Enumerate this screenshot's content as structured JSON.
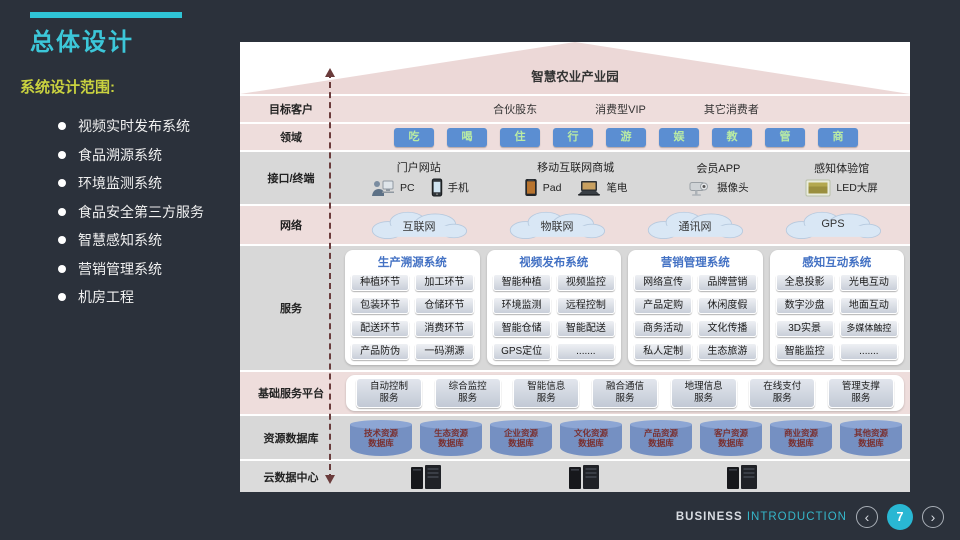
{
  "slide": {
    "title": "总体设计",
    "scope_heading": "系统设计范围:",
    "scope_items": [
      "视频实时发布系统",
      "食品溯源系统",
      "环境监测系统",
      "食品安全第三方服务",
      "智慧感知系统",
      "营销管理系统",
      "机房工程"
    ]
  },
  "diagram": {
    "roof_title": "智慧农业产业园",
    "rows": {
      "customers": {
        "label": "目标客户",
        "items": [
          "合伙股东",
          "消费型VIP",
          "其它消费者"
        ]
      },
      "domains": {
        "label": "领域",
        "items": [
          "吃",
          "喝",
          "住",
          "行",
          "游",
          "娱",
          "教",
          "管",
          "商"
        ]
      },
      "terminals": {
        "label": "接口/终端",
        "groups": [
          {
            "title": "门户网站",
            "devices": [
              {
                "icon": "pc-user-icon",
                "label": "PC"
              },
              {
                "icon": "phone-icon",
                "label": "手机"
              }
            ]
          },
          {
            "title": "移动互联网商城",
            "devices": [
              {
                "icon": "pad-icon",
                "label": "Pad"
              },
              {
                "icon": "laptop-icon",
                "label": "笔电"
              }
            ]
          },
          {
            "title": "会员APP",
            "devices": [
              {
                "icon": "camera-icon",
                "label": "摄像头"
              }
            ]
          },
          {
            "title": "感知体验馆",
            "devices": [
              {
                "icon": "led-screen-icon",
                "label": "LED大屏"
              }
            ]
          }
        ]
      },
      "network": {
        "label": "网络",
        "items": [
          "互联网",
          "物联网",
          "通讯网",
          "GPS"
        ]
      },
      "services": {
        "label": "服务",
        "groups": [
          {
            "title": "生产溯源系统",
            "items": [
              "种植环节",
              "加工环节",
              "包装环节",
              "仓储环节",
              "配送环节",
              "消费环节",
              "产品防伪",
              "一码溯源"
            ]
          },
          {
            "title": "视频发布系统",
            "items": [
              "智能种植",
              "视频监控",
              "环境监测",
              "远程控制",
              "智能仓储",
              "智能配送",
              "GPS定位",
              "......."
            ]
          },
          {
            "title": "营销管理系统",
            "items": [
              "网络宣传",
              "品牌营销",
              "产品定购",
              "休闲度假",
              "商务活动",
              "文化传播",
              "私人定制",
              "生态旅游"
            ]
          },
          {
            "title": "感知互动系统",
            "items": [
              "全息投影",
              "光电互动",
              "数字沙盘",
              "地面互动",
              "3D实景",
              "多媒体触控",
              "智能监控",
              "......."
            ]
          }
        ]
      },
      "platform": {
        "label": "基础服务平台",
        "items": [
          {
            "top": "自动控制",
            "bottom": "服务"
          },
          {
            "top": "综合监控",
            "bottom": "服务"
          },
          {
            "top": "智能信息",
            "bottom": "服务"
          },
          {
            "top": "融合通信",
            "bottom": "服务"
          },
          {
            "top": "地理信息",
            "bottom": "服务"
          },
          {
            "top": "在线支付",
            "bottom": "服务"
          },
          {
            "top": "管理支撑",
            "bottom": "服务"
          }
        ]
      },
      "databases": {
        "label": "资源数据库",
        "items": [
          {
            "top": "技术资源",
            "bottom": "数据库"
          },
          {
            "top": "生态资源",
            "bottom": "数据库"
          },
          {
            "top": "企业资源",
            "bottom": "数据库"
          },
          {
            "top": "文化资源",
            "bottom": "数据库"
          },
          {
            "top": "产品资源",
            "bottom": "数据库"
          },
          {
            "top": "客户资源",
            "bottom": "数据库"
          },
          {
            "top": "商业资源",
            "bottom": "数据库"
          },
          {
            "top": "其他资源",
            "bottom": "数据库"
          }
        ]
      },
      "datacenter": {
        "label": "云数据中心"
      }
    }
  },
  "footer": {
    "brand_primary": "BUSINESS",
    "brand_secondary": "INTRODUCTION",
    "page_number": "7",
    "prev_icon": "‹",
    "next_icon": "›"
  },
  "colors": {
    "background": "#2b313b",
    "accent_teal": "#2fc4d6",
    "heading_yellow": "#c9d23f",
    "row_pink": "#eedddc",
    "row_gray": "#d8d8d8",
    "domain_chip_blue": "#5b8ed2",
    "domain_chip_text": "#b9eba4",
    "service_title_blue": "#4472c4",
    "cylinder_blue": "#7590c2",
    "cylinder_text": "#7a3030",
    "arrow_maroon": "#6a3b3b",
    "page_circle_teal": "#29b7d3"
  }
}
